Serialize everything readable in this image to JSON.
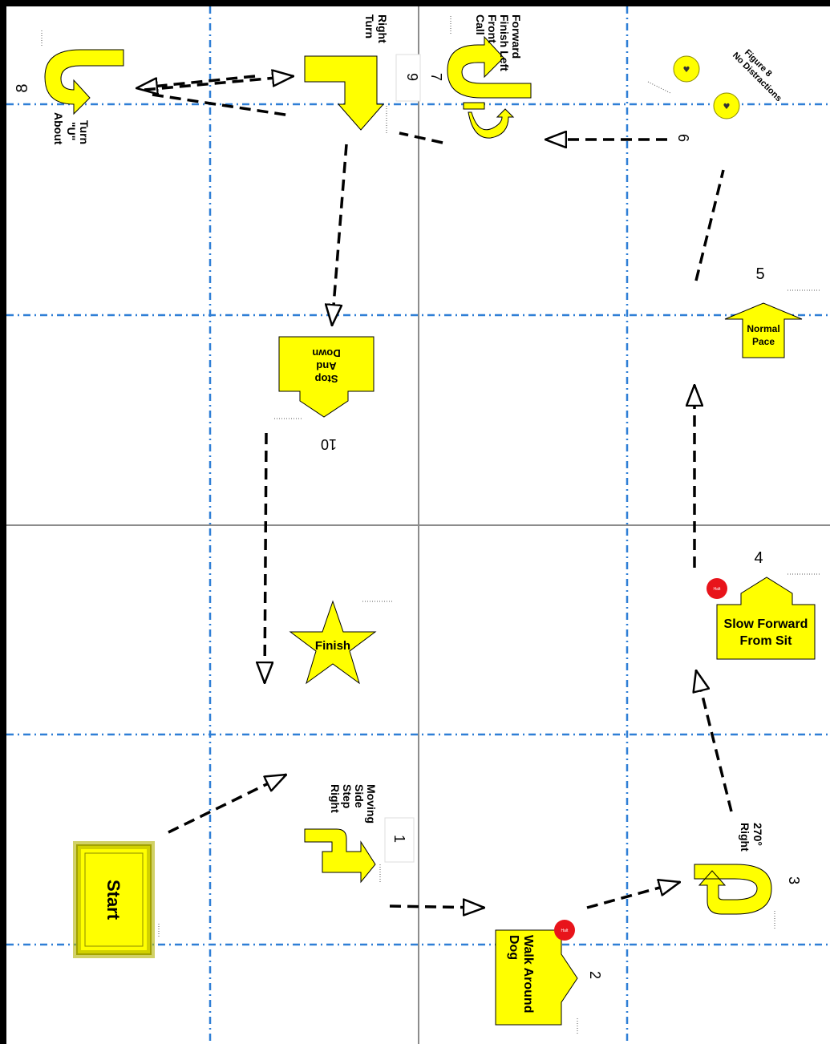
{
  "title": "",
  "colors": {
    "sign_fill": "#ffff00",
    "sign_stroke": "#8a8a00",
    "grid_blue": "#2f7fd6",
    "grid_gray": "#8c8c8c",
    "halt_red": "#e8141b",
    "path": "#000000",
    "background": "#ffffff",
    "frame": "#000000"
  },
  "stations": {
    "start": {
      "label": "Start",
      "icon": "start-block-icon"
    },
    "finish": {
      "label": "Finish",
      "icon": "star-icon"
    },
    "s1": {
      "number": "1",
      "label": [
        "Moving",
        "Side",
        "Step",
        "Right"
      ],
      "icon": "side-step-right-icon"
    },
    "s2": {
      "number": "2",
      "label": [
        "Walk Around",
        "Dog"
      ],
      "halt": "Halt",
      "icon": "walk-around-dog-arrow-icon"
    },
    "s3": {
      "number": "3",
      "label": [
        "270°",
        "Right"
      ],
      "icon": "270-right-turn-icon"
    },
    "s4": {
      "number": "4",
      "label": [
        "Slow Forward",
        "From Sit"
      ],
      "halt": "Halt",
      "icon": "slow-forward-arrow-icon"
    },
    "s5": {
      "number": "5",
      "label": [
        "Normal",
        "Pace"
      ],
      "icon": "normal-pace-arrow-icon"
    },
    "s6": {
      "number": "6",
      "label": [
        "Figure 8",
        "No Distractions"
      ],
      "pylons": [
        "♥",
        "♥"
      ],
      "icon": "figure-8-pylon-icon"
    },
    "s7": {
      "number": "7",
      "label": [
        "Call",
        "Front",
        "Finish Left",
        "Forward"
      ],
      "icon": "call-front-finish-left-icon"
    },
    "s8": {
      "number": "8",
      "label": [
        "About",
        "\"U\"",
        "Turn"
      ],
      "icon": "about-u-turn-icon"
    },
    "s9": {
      "number": "9",
      "label": [
        "Right",
        "Turn"
      ],
      "icon": "right-turn-icon"
    },
    "s10": {
      "number": "10",
      "label": [
        "Stop",
        "And",
        "Down"
      ],
      "icon": "stop-and-down-arrow-icon"
    }
  }
}
